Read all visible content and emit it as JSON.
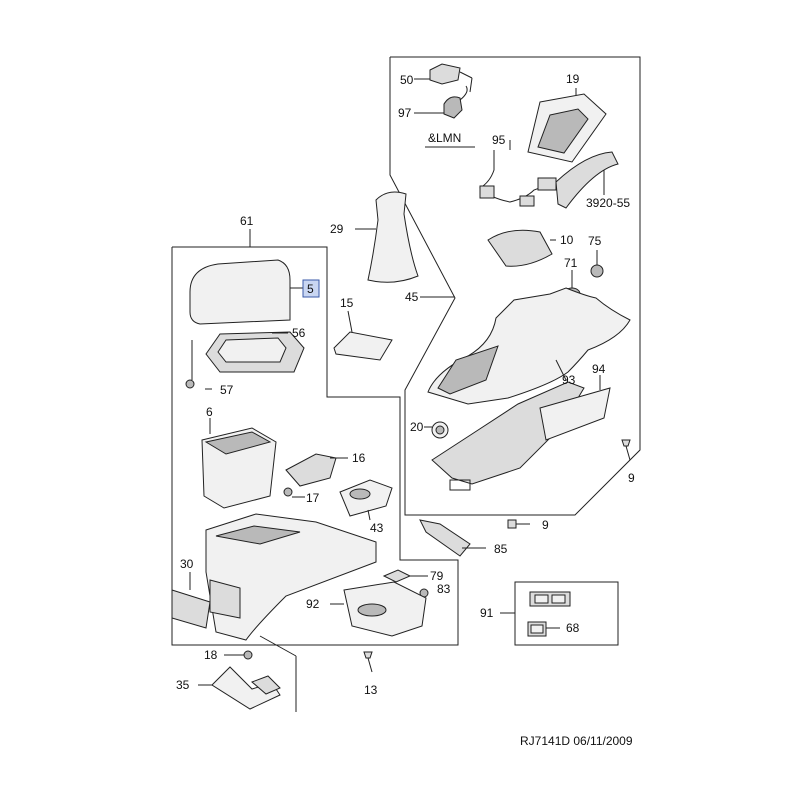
{
  "labels": {
    "l50": "50",
    "l97": "97",
    "lmn": "&LMN",
    "l19": "19",
    "l95": "95",
    "l3920": "3920-55",
    "l29": "29",
    "l10": "10",
    "l75": "75",
    "l61": "61",
    "l71": "71",
    "l5": "5",
    "l45": "45",
    "l15": "15",
    "l56": "56",
    "l93": "93",
    "l94": "94",
    "l57": "57",
    "l6": "6",
    "l20": "20",
    "l16": "16",
    "l9a": "9",
    "l17": "17",
    "l43": "43",
    "l9b": "9",
    "l85": "85",
    "l30": "30",
    "l79": "79",
    "l83": "83",
    "l92": "92",
    "l91": "91",
    "l68": "68",
    "l18": "18",
    "l35": "35",
    "l13": "13"
  },
  "footer": {
    "ref": "RJ7141D  06/11/2009"
  },
  "colors": {
    "highlight": "#c9d6f2",
    "line": "#222222"
  }
}
